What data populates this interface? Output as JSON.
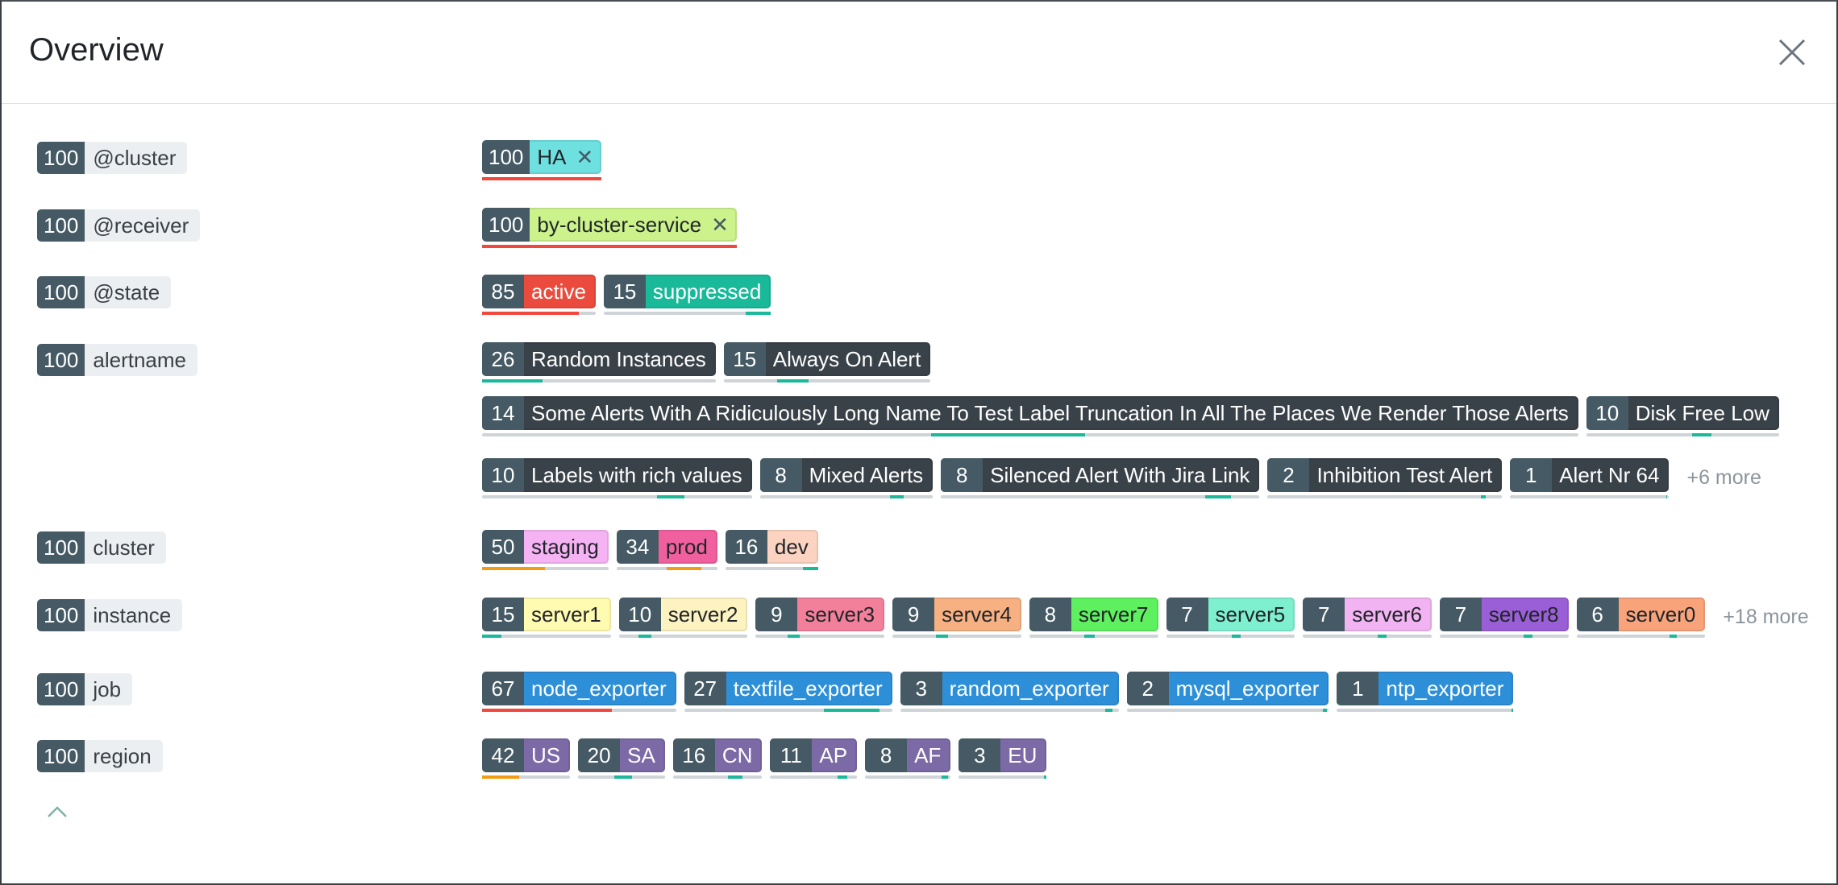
{
  "title": "Overview",
  "rows": [
    {
      "count": "100",
      "name": "@cluster",
      "lines": [
        [
          {
            "count": "100",
            "label": "HA",
            "bg": "#6ee0e0",
            "fg": "#212529",
            "bar": 1.0,
            "bar_color": "#f0483e",
            "remove": "✕"
          }
        ]
      ]
    },
    {
      "count": "100",
      "name": "@receiver",
      "lines": [
        [
          {
            "count": "100",
            "label": "by-cluster-service",
            "bg": "#cbf28b",
            "fg": "#212529",
            "bar": 1.0,
            "bar_color": "#f0483e",
            "remove": "✕"
          }
        ]
      ]
    },
    {
      "count": "100",
      "name": "@state",
      "lines": [
        [
          {
            "count": "85",
            "label": "active",
            "bg": "#ea4b3c",
            "fg": "#ffffff",
            "bar": 0.85,
            "bar_color": "#f0483e"
          },
          {
            "count": "15",
            "label": "suppressed",
            "bg": "#19b99a",
            "fg": "#ffffff",
            "bar": 0.15,
            "bar_color": "#19b99a",
            "bar_from_right": true
          }
        ]
      ]
    },
    {
      "count": "100",
      "name": "alertname",
      "lines": [
        [
          {
            "count": "26",
            "label": "Random Instances",
            "bg": "#3a4249",
            "fg": "#ffffff",
            "bar": 0.26,
            "bar_color": "#19b99a"
          },
          {
            "count": "15",
            "label": "Always On Alert",
            "bg": "#3a4249",
            "fg": "#ffffff",
            "bar": 0.15,
            "bar_color": "#19b99a",
            "bar_offset": 0.26
          }
        ],
        [
          {
            "count": "14",
            "label": "Some Alerts With A Ridiculously Long Name To Test Label Truncation In All The Places We Render Those Alerts",
            "bg": "#3a4249",
            "fg": "#ffffff",
            "bar": 0.14,
            "bar_color": "#19b99a",
            "bar_offset": 0.41
          },
          {
            "count": "10",
            "label": "Disk Free Low",
            "bg": "#3a4249",
            "fg": "#ffffff",
            "bar": 0.1,
            "bar_color": "#19b99a",
            "bar_offset": 0.55
          }
        ],
        [
          {
            "count": "10",
            "label": "Labels with rich values",
            "bg": "#3a4249",
            "fg": "#ffffff",
            "bar": 0.1,
            "bar_color": "#19b99a",
            "bar_offset": 0.65
          },
          {
            "count": "8",
            "label": "Mixed Alerts",
            "bg": "#3a4249",
            "fg": "#ffffff",
            "bar": 0.08,
            "bar_color": "#19b99a",
            "bar_offset": 0.75
          },
          {
            "count": "8",
            "label": "Silenced Alert With Jira Link",
            "bg": "#3a4249",
            "fg": "#ffffff",
            "bar": 0.08,
            "bar_color": "#19b99a",
            "bar_offset": 0.83
          },
          {
            "count": "2",
            "label": "Inhibition Test Alert",
            "bg": "#3a4249",
            "fg": "#ffffff",
            "bar": 0.02,
            "bar_color": "#19b99a",
            "bar_offset": 0.91
          },
          {
            "count": "1",
            "label": "Alert Nr 64",
            "bg": "#3a4249",
            "fg": "#ffffff",
            "bar": 0.01,
            "bar_color": "#19b99a",
            "bar_offset": 0.98
          }
        ]
      ],
      "more": "+6 more"
    },
    {
      "count": "100",
      "name": "cluster",
      "lines": [
        [
          {
            "count": "50",
            "label": "staging",
            "bg": "#f5b3f3",
            "fg": "#212529",
            "bar": 0.5,
            "bar_color": "#f39c12"
          },
          {
            "count": "34",
            "label": "prod",
            "bg": "#f0609e",
            "fg": "#212529",
            "bar": 0.34,
            "bar_color": "#f39c12",
            "bar_offset": 0.5
          },
          {
            "count": "16",
            "label": "dev",
            "bg": "#fcd3c1",
            "fg": "#212529",
            "bar": 0.16,
            "bar_color": "#19b99a",
            "bar_offset": 0.84
          }
        ]
      ]
    },
    {
      "count": "100",
      "name": "instance",
      "lines": [
        [
          {
            "count": "15",
            "label": "server1",
            "bg": "#fffbb0",
            "fg": "#212529",
            "bar": 0.15,
            "bar_color": "#19b99a"
          },
          {
            "count": "10",
            "label": "server2",
            "bg": "#fdf3c0",
            "fg": "#212529",
            "bar": 0.1,
            "bar_color": "#19b99a",
            "bar_offset": 0.15
          },
          {
            "count": "9",
            "label": "server3",
            "bg": "#f3809a",
            "fg": "#212529",
            "bar": 0.09,
            "bar_color": "#19b99a",
            "bar_offset": 0.25
          },
          {
            "count": "9",
            "label": "server4",
            "bg": "#f7b081",
            "fg": "#212529",
            "bar": 0.09,
            "bar_color": "#19b99a",
            "bar_offset": 0.34
          },
          {
            "count": "8",
            "label": "server7",
            "bg": "#5ef05e",
            "fg": "#212529",
            "bar": 0.08,
            "bar_color": "#19b99a",
            "bar_offset": 0.43
          },
          {
            "count": "7",
            "label": "server5",
            "bg": "#7ef0cf",
            "fg": "#212529",
            "bar": 0.07,
            "bar_color": "#19b99a",
            "bar_offset": 0.51
          },
          {
            "count": "7",
            "label": "server6",
            "bg": "#f2b3f2",
            "fg": "#212529",
            "bar": 0.07,
            "bar_color": "#19b99a",
            "bar_offset": 0.58
          },
          {
            "count": "7",
            "label": "server8",
            "bg": "#9a5fd6",
            "fg": "#212529",
            "bar": 0.07,
            "bar_color": "#19b99a",
            "bar_offset": 0.65
          },
          {
            "count": "6",
            "label": "server0",
            "bg": "#f9a37a",
            "fg": "#212529",
            "bar": 0.06,
            "bar_color": "#19b99a",
            "bar_offset": 0.72
          }
        ]
      ],
      "more": "+18 more"
    },
    {
      "count": "100",
      "name": "job",
      "lines": [
        [
          {
            "count": "67",
            "label": "node_exporter",
            "bg": "#2e8fd9",
            "fg": "#ffffff",
            "bar": 0.67,
            "bar_color": "#f0483e"
          },
          {
            "count": "27",
            "label": "textfile_exporter",
            "bg": "#2e8fd9",
            "fg": "#ffffff",
            "bar": 0.27,
            "bar_color": "#19b99a",
            "bar_offset": 0.67
          },
          {
            "count": "3",
            "label": "random_exporter",
            "bg": "#2e8fd9",
            "fg": "#ffffff",
            "bar": 0.03,
            "bar_color": "#19b99a",
            "bar_offset": 0.94
          },
          {
            "count": "2",
            "label": "mysql_exporter",
            "bg": "#2e8fd9",
            "fg": "#ffffff",
            "bar": 0.02,
            "bar_color": "#19b99a",
            "bar_offset": 0.97
          },
          {
            "count": "1",
            "label": "ntp_exporter",
            "bg": "#2e8fd9",
            "fg": "#ffffff",
            "bar": 0.01,
            "bar_color": "#19b99a",
            "bar_offset": 0.99
          }
        ]
      ]
    },
    {
      "count": "100",
      "name": "region",
      "lines": [
        [
          {
            "count": "42",
            "label": "US",
            "bg": "#7c6aa6",
            "fg": "#ffffff",
            "bar": 0.42,
            "bar_color": "#f39c12"
          },
          {
            "count": "20",
            "label": "SA",
            "bg": "#7c6aa6",
            "fg": "#ffffff",
            "bar": 0.2,
            "bar_color": "#19b99a",
            "bar_offset": 0.42
          },
          {
            "count": "16",
            "label": "CN",
            "bg": "#7c6aa6",
            "fg": "#ffffff",
            "bar": 0.16,
            "bar_color": "#19b99a",
            "bar_offset": 0.62
          },
          {
            "count": "11",
            "label": "AP",
            "bg": "#7c6aa6",
            "fg": "#ffffff",
            "bar": 0.11,
            "bar_color": "#19b99a",
            "bar_offset": 0.78
          },
          {
            "count": "8",
            "label": "AF",
            "bg": "#7c6aa6",
            "fg": "#ffffff",
            "bar": 0.08,
            "bar_color": "#19b99a",
            "bar_offset": 0.89
          },
          {
            "count": "3",
            "label": "EU",
            "bg": "#7c6aa6",
            "fg": "#ffffff",
            "bar": 0.03,
            "bar_color": "#19b99a",
            "bar_offset": 0.97
          }
        ]
      ]
    }
  ]
}
